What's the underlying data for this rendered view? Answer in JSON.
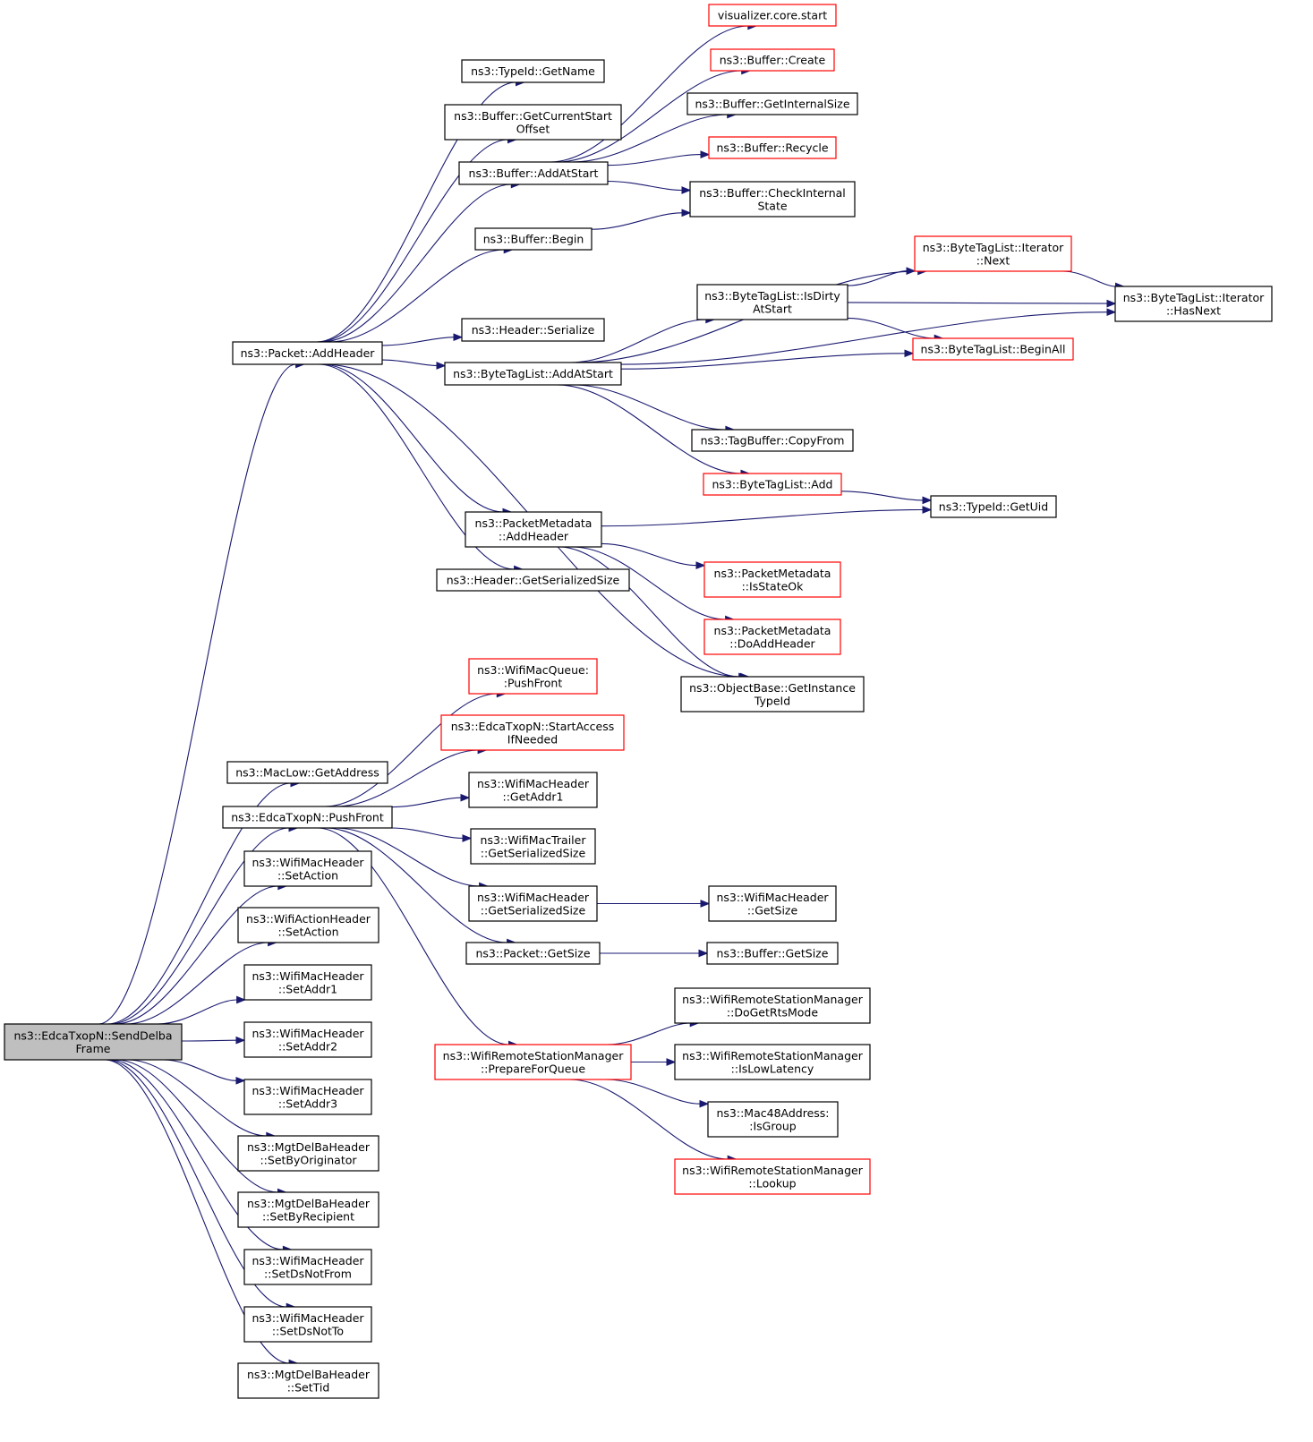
{
  "colors": {
    "edge": "#191970",
    "normal_border": "#000000",
    "truncated_border": "#ff0000",
    "root_fill": "#bfbfbf"
  },
  "nodes": [
    {
      "id": "root",
      "lines": [
        "ns3::EdcaTxopN::SendDelba",
        "Frame"
      ],
      "style": "root"
    },
    {
      "id": "addHeader",
      "lines": [
        "ns3::Packet::AddHeader"
      ],
      "style": "normal"
    },
    {
      "id": "getAddress",
      "lines": [
        "ns3::MacLow::GetAddress"
      ],
      "style": "normal"
    },
    {
      "id": "pushFront",
      "lines": [
        "ns3::EdcaTxopN::PushFront"
      ],
      "style": "normal"
    },
    {
      "id": "setActionHdr",
      "lines": [
        "ns3::WifiMacHeader",
        "::SetAction"
      ],
      "style": "normal"
    },
    {
      "id": "setActionAct",
      "lines": [
        "ns3::WifiActionHeader",
        "::SetAction"
      ],
      "style": "normal"
    },
    {
      "id": "setAddr1",
      "lines": [
        "ns3::WifiMacHeader",
        "::SetAddr1"
      ],
      "style": "normal"
    },
    {
      "id": "setAddr2",
      "lines": [
        "ns3::WifiMacHeader",
        "::SetAddr2"
      ],
      "style": "normal"
    },
    {
      "id": "setAddr3",
      "lines": [
        "ns3::WifiMacHeader",
        "::SetAddr3"
      ],
      "style": "normal"
    },
    {
      "id": "setByOrig",
      "lines": [
        "ns3::MgtDelBaHeader",
        "::SetByOriginator"
      ],
      "style": "normal"
    },
    {
      "id": "setByRecip",
      "lines": [
        "ns3::MgtDelBaHeader",
        "::SetByRecipient"
      ],
      "style": "normal"
    },
    {
      "id": "setDsNotFrom",
      "lines": [
        "ns3::WifiMacHeader",
        "::SetDsNotFrom"
      ],
      "style": "normal"
    },
    {
      "id": "setDsNotTo",
      "lines": [
        "ns3::WifiMacHeader",
        "::SetDsNotTo"
      ],
      "style": "normal"
    },
    {
      "id": "setTid",
      "lines": [
        "ns3::MgtDelBaHeader",
        "::SetTid"
      ],
      "style": "normal"
    },
    {
      "id": "typeIdGetName",
      "lines": [
        "ns3::TypeId::GetName"
      ],
      "style": "normal"
    },
    {
      "id": "bufGetCurStart",
      "lines": [
        "ns3::Buffer::GetCurrentStart",
        "Offset"
      ],
      "style": "normal"
    },
    {
      "id": "bufAddAtStart",
      "lines": [
        "ns3::Buffer::AddAtStart"
      ],
      "style": "normal"
    },
    {
      "id": "bufBegin",
      "lines": [
        "ns3::Buffer::Begin"
      ],
      "style": "normal"
    },
    {
      "id": "hdrSerialize",
      "lines": [
        "ns3::Header::Serialize"
      ],
      "style": "normal"
    },
    {
      "id": "btlAddAtStart",
      "lines": [
        "ns3::ByteTagList::AddAtStart"
      ],
      "style": "normal"
    },
    {
      "id": "pmAddHeader",
      "lines": [
        "ns3::PacketMetadata",
        "::AddHeader"
      ],
      "style": "normal"
    },
    {
      "id": "hdrGetSerSize",
      "lines": [
        "ns3::Header::GetSerializedSize"
      ],
      "style": "normal"
    },
    {
      "id": "visStart",
      "lines": [
        "visualizer.core.start"
      ],
      "style": "red"
    },
    {
      "id": "bufCreate",
      "lines": [
        "ns3::Buffer::Create"
      ],
      "style": "red"
    },
    {
      "id": "bufGetIntSize",
      "lines": [
        "ns3::Buffer::GetInternalSize"
      ],
      "style": "normal"
    },
    {
      "id": "bufRecycle",
      "lines": [
        "ns3::Buffer::Recycle"
      ],
      "style": "red"
    },
    {
      "id": "bufCheckInt",
      "lines": [
        "ns3::Buffer::CheckInternal",
        "State"
      ],
      "style": "normal"
    },
    {
      "id": "btlIsDirty",
      "lines": [
        "ns3::ByteTagList::IsDirty",
        "AtStart"
      ],
      "style": "normal"
    },
    {
      "id": "btlItNext",
      "lines": [
        "ns3::ByteTagList::Iterator",
        "::Next"
      ],
      "style": "red"
    },
    {
      "id": "btlBeginAll",
      "lines": [
        "ns3::ByteTagList::BeginAll"
      ],
      "style": "red"
    },
    {
      "id": "btlItHasNext",
      "lines": [
        "ns3::ByteTagList::Iterator",
        "::HasNext"
      ],
      "style": "normal"
    },
    {
      "id": "tagBufCopy",
      "lines": [
        "ns3::TagBuffer::CopyFrom"
      ],
      "style": "normal"
    },
    {
      "id": "btlAdd",
      "lines": [
        "ns3::ByteTagList::Add"
      ],
      "style": "red"
    },
    {
      "id": "typeIdGetUid",
      "lines": [
        "ns3::TypeId::GetUid"
      ],
      "style": "normal"
    },
    {
      "id": "pmIsStateOk",
      "lines": [
        "ns3::PacketMetadata",
        "::IsStateOk"
      ],
      "style": "red"
    },
    {
      "id": "pmDoAddHeader",
      "lines": [
        "ns3::PacketMetadata",
        "::DoAddHeader"
      ],
      "style": "red"
    },
    {
      "id": "objGetInstType",
      "lines": [
        "ns3::ObjectBase::GetInstance",
        "TypeId"
      ],
      "style": "normal"
    },
    {
      "id": "wmqPushFront",
      "lines": [
        "ns3::WifiMacQueue:",
        ":PushFront"
      ],
      "style": "red"
    },
    {
      "id": "edcaStartAccess",
      "lines": [
        "ns3::EdcaTxopN::StartAccess",
        "IfNeeded"
      ],
      "style": "red"
    },
    {
      "id": "wmhGetAddr1",
      "lines": [
        "ns3::WifiMacHeader",
        "::GetAddr1"
      ],
      "style": "normal"
    },
    {
      "id": "wmtGetSerSize",
      "lines": [
        "ns3::WifiMacTrailer",
        "::GetSerializedSize"
      ],
      "style": "normal"
    },
    {
      "id": "wmhGetSerSize",
      "lines": [
        "ns3::WifiMacHeader",
        "::GetSerializedSize"
      ],
      "style": "normal"
    },
    {
      "id": "pktGetSize",
      "lines": [
        "ns3::Packet::GetSize"
      ],
      "style": "normal"
    },
    {
      "id": "wrsmPrepare",
      "lines": [
        "ns3::WifiRemoteStationManager",
        "::PrepareForQueue"
      ],
      "style": "red"
    },
    {
      "id": "wmhGetSize",
      "lines": [
        "ns3::WifiMacHeader",
        "::GetSize"
      ],
      "style": "normal"
    },
    {
      "id": "bufGetSize",
      "lines": [
        "ns3::Buffer::GetSize"
      ],
      "style": "normal"
    },
    {
      "id": "wrsmDoGetRts",
      "lines": [
        "ns3::WifiRemoteStationManager",
        "::DoGetRtsMode"
      ],
      "style": "normal"
    },
    {
      "id": "wrsmIsLowLat",
      "lines": [
        "ns3::WifiRemoteStationManager",
        "::IsLowLatency"
      ],
      "style": "normal"
    },
    {
      "id": "macIsGroup",
      "lines": [
        "ns3::Mac48Address:",
        ":IsGroup"
      ],
      "style": "normal"
    },
    {
      "id": "wrsmLookup",
      "lines": [
        "ns3::WifiRemoteStationManager",
        "::Lookup"
      ],
      "style": "red"
    }
  ],
  "edges": [
    [
      "root",
      "addHeader"
    ],
    [
      "root",
      "getAddress"
    ],
    [
      "root",
      "pushFront"
    ],
    [
      "root",
      "setActionHdr"
    ],
    [
      "root",
      "setActionAct"
    ],
    [
      "root",
      "setAddr1"
    ],
    [
      "root",
      "setAddr2"
    ],
    [
      "root",
      "setAddr3"
    ],
    [
      "root",
      "setByOrig"
    ],
    [
      "root",
      "setByRecip"
    ],
    [
      "root",
      "setDsNotFrom"
    ],
    [
      "root",
      "setDsNotTo"
    ],
    [
      "root",
      "setTid"
    ],
    [
      "addHeader",
      "typeIdGetName"
    ],
    [
      "addHeader",
      "bufGetCurStart"
    ],
    [
      "addHeader",
      "bufAddAtStart"
    ],
    [
      "addHeader",
      "bufBegin"
    ],
    [
      "addHeader",
      "hdrSerialize"
    ],
    [
      "addHeader",
      "btlAddAtStart"
    ],
    [
      "addHeader",
      "pmAddHeader"
    ],
    [
      "addHeader",
      "hdrGetSerSize"
    ],
    [
      "addHeader",
      "objGetInstType"
    ],
    [
      "bufAddAtStart",
      "visStart"
    ],
    [
      "bufAddAtStart",
      "bufCreate"
    ],
    [
      "bufAddAtStart",
      "bufGetIntSize"
    ],
    [
      "bufAddAtStart",
      "bufRecycle"
    ],
    [
      "bufAddAtStart",
      "bufCheckInt"
    ],
    [
      "bufBegin",
      "bufCheckInt"
    ],
    [
      "btlAddAtStart",
      "btlItNext"
    ],
    [
      "btlAddAtStart",
      "btlIsDirty"
    ],
    [
      "btlAddAtStart",
      "btlBeginAll"
    ],
    [
      "btlAddAtStart",
      "btlItHasNext"
    ],
    [
      "btlAddAtStart",
      "tagBufCopy"
    ],
    [
      "btlAddAtStart",
      "btlAdd"
    ],
    [
      "btlIsDirty",
      "btlItNext"
    ],
    [
      "btlIsDirty",
      "btlItHasNext"
    ],
    [
      "btlIsDirty",
      "btlBeginAll"
    ],
    [
      "btlItNext",
      "btlItHasNext"
    ],
    [
      "btlAdd",
      "typeIdGetUid"
    ],
    [
      "pmAddHeader",
      "typeIdGetUid"
    ],
    [
      "pmAddHeader",
      "pmIsStateOk"
    ],
    [
      "pmAddHeader",
      "pmDoAddHeader"
    ],
    [
      "pmAddHeader",
      "objGetInstType"
    ],
    [
      "pushFront",
      "wmqPushFront"
    ],
    [
      "pushFront",
      "edcaStartAccess"
    ],
    [
      "pushFront",
      "wmhGetAddr1"
    ],
    [
      "pushFront",
      "wmtGetSerSize"
    ],
    [
      "pushFront",
      "wmhGetSerSize"
    ],
    [
      "pushFront",
      "pktGetSize"
    ],
    [
      "pushFront",
      "wrsmPrepare"
    ],
    [
      "wmhGetSerSize",
      "wmhGetSize"
    ],
    [
      "pktGetSize",
      "bufGetSize"
    ],
    [
      "wrsmPrepare",
      "wrsmDoGetRts"
    ],
    [
      "wrsmPrepare",
      "wrsmIsLowLat"
    ],
    [
      "wrsmPrepare",
      "macIsGroup"
    ],
    [
      "wrsmPrepare",
      "wrsmLookup"
    ]
  ]
}
